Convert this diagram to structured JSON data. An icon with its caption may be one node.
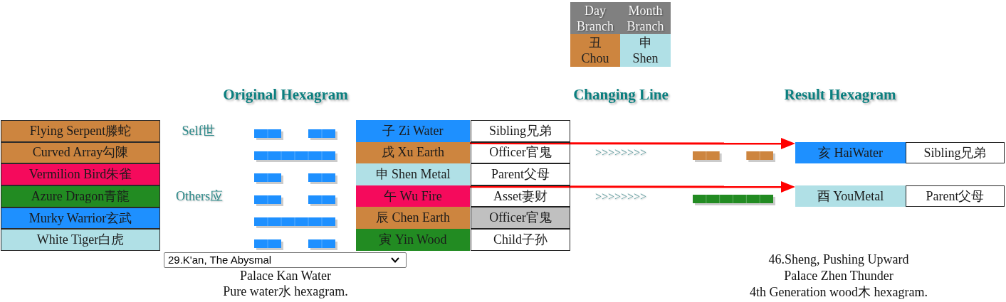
{
  "diagram": {
    "nodes": [
      {
        "text": [
          "Flying Serpent滕蛇"
        ]
      },
      {
        "text": [
          "Curved Array勾陳"
        ]
      },
      {
        "text": [
          "Vermilion Bird朱雀"
        ]
      },
      {
        "text": [
          "Azure Dragon青龍"
        ]
      },
      {
        "text": [
          "Murky Warrior玄武"
        ]
      },
      {
        "text": [
          "White Tiger白虎"
        ]
      },
      {
        "text": [
          "子 Zi Water"
        ]
      },
      {
        "text": [
          "Sibling兄弟"
        ]
      },
      {
        "text": [
          "戌 Xu Earth"
        ]
      },
      {
        "text": [
          "Officer官鬼"
        ]
      },
      {
        "text": [
          "申 Shen Metal"
        ]
      },
      {
        "text": [
          "Parent父母"
        ]
      },
      {
        "text": [
          "午 Wu Fire"
        ]
      },
      {
        "text": [
          "Asset妻财"
        ]
      },
      {
        "text": [
          "辰 Chen Earth"
        ]
      },
      {
        "text": [
          "Officer官鬼"
        ]
      },
      {
        "text": [
          "寅 Yin Wood"
        ]
      },
      {
        "text": [
          "Child子孙"
        ]
      },
      {
        "text": [
          "亥 HaiWater"
        ]
      },
      {
        "text": [
          "Sibling兄弟"
        ]
      },
      {
        "text": [
          "酉 YouMetal"
        ]
      },
      {
        "text": [
          "Parent父母"
        ]
      }
    ],
    "edges": [
      {
        "from": 8,
        "to": 18,
        "arrow": "to"
      },
      {
        "from": 12,
        "to": 20,
        "arrow": "to"
      }
    ],
    "labels": [
      "Day Branch",
      "Month Branch",
      "丑 Chou",
      "申 Shen",
      "Original Hexagram",
      "Changing Line",
      "Result Hexagram",
      "Self世",
      "Others应",
      ">>>>>>>>",
      ">>>>>>>>",
      "29.K'an, The Abysmal",
      "Palace Kan Water",
      "Pure water水 hexagram.",
      "46.Sheng, Pushing Upward",
      "Palace Zhen Thunder",
      "4th Generation wood木 hexagram."
    ]
  }
}
